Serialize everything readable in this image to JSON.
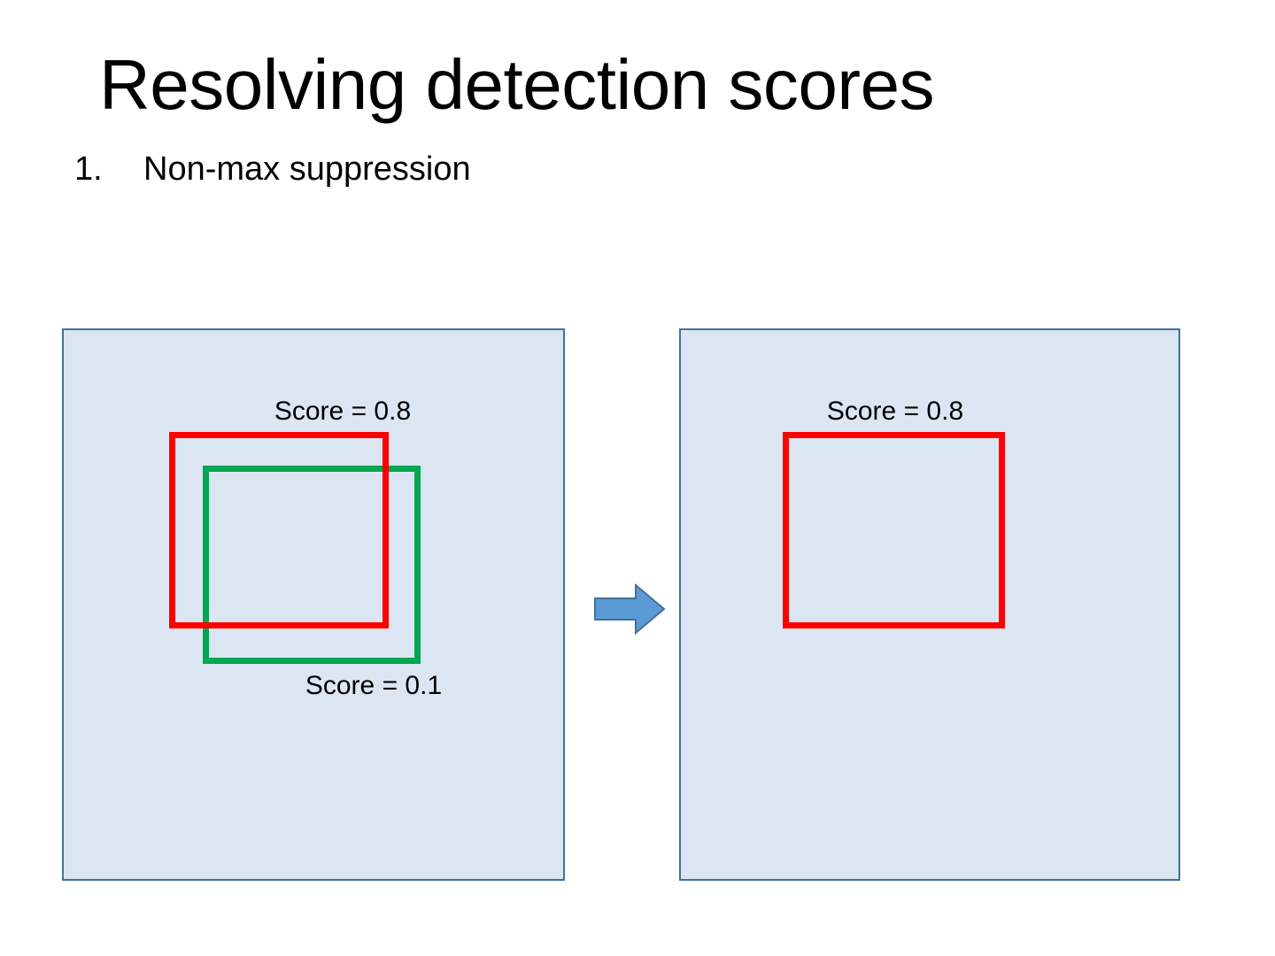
{
  "slide": {
    "title": "Resolving detection scores",
    "bullets": [
      {
        "marker": "1.",
        "text": "Non-max suppression"
      }
    ]
  },
  "colors": {
    "panel_fill": "#dce6f2",
    "panel_border": "#41719c",
    "box_high_score": "#ff0000",
    "box_low_score": "#00a651",
    "arrow_fill": "#5b9bd5",
    "arrow_border": "#41719c",
    "text": "#000000",
    "background": "#ffffff"
  },
  "figure": {
    "before_panel": {
      "name": "before-nms",
      "detections": [
        {
          "label": "Score = 0.8",
          "score": 0.8,
          "color": "#ff0000",
          "label_position": "above"
        },
        {
          "label": "Score = 0.1",
          "score": 0.1,
          "color": "#00a651",
          "label_position": "below"
        }
      ]
    },
    "arrow": {
      "icon": "right-block-arrow-icon",
      "direction": "right"
    },
    "after_panel": {
      "name": "after-nms",
      "detections": [
        {
          "label": "Score = 0.8",
          "score": 0.8,
          "color": "#ff0000",
          "label_position": "above"
        }
      ]
    }
  }
}
